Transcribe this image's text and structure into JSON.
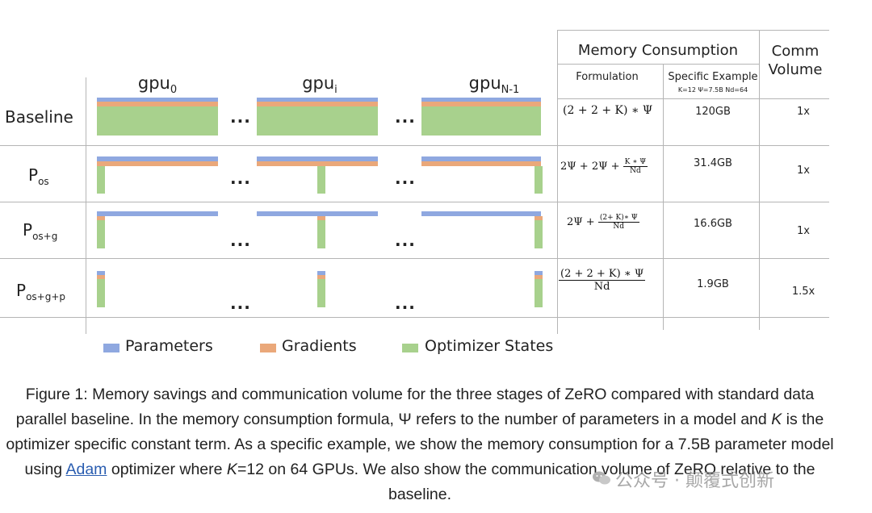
{
  "figure": {
    "gpu_labels": [
      {
        "base": "gpu",
        "sub": "0"
      },
      {
        "base": "gpu",
        "sub": "i"
      },
      {
        "base": "gpu",
        "sub": "N-1"
      }
    ],
    "dots": "...",
    "rows": [
      {
        "base": "Baseline",
        "sub": "",
        "formulation": "(2 + 2 + K) ∗ Ψ",
        "example": "120GB",
        "comm": "1x"
      },
      {
        "base": "P",
        "sub": "os",
        "formulation": "2Ψ + 2Ψ + K∗Ψ / Nd",
        "example": "31.4GB",
        "comm": "1x"
      },
      {
        "base": "P",
        "sub": "os+g",
        "formulation": "2Ψ + (2+K)∗Ψ / Nd",
        "example": "16.6GB",
        "comm": "1x"
      },
      {
        "base": "P",
        "sub": "os+g+p",
        "formulation": "(2 + 2 + K) ∗ Ψ / Nd",
        "example": "1.9GB",
        "comm": "1.5x"
      }
    ],
    "table_headers": {
      "memory": "Memory Consumption",
      "comm_line1": "Comm",
      "comm_line2": "Volume",
      "formulation": "Formulation",
      "specific": "Specific Example",
      "specific_params": "K=12 Ψ=7.5B Nd=64"
    },
    "formula_parts": {
      "f1": "(2 + 2 + K) ∗ Ψ",
      "f2_prefix": "2Ψ + 2Ψ +",
      "f2_num": "K ∗ Ψ",
      "f2_den": "Nd",
      "f3_prefix": "2Ψ +",
      "f3_num": "(2+ K)∗ Ψ",
      "f3_den": "Nd",
      "f4_num": "(2 + 2 + K) ∗ Ψ",
      "f4_den": "Nd"
    },
    "legend": [
      {
        "label": "Parameters",
        "color": "#8fa8e0"
      },
      {
        "label": "Gradients",
        "color": "#eaa87a"
      },
      {
        "label": "Optimizer States",
        "color": "#a8d18d"
      }
    ]
  },
  "caption": {
    "before_link": "Figure 1: Memory savings and communication volume for the three stages of ZeRO compared with standard data parallel baseline. In the memory consumption formula, Ψ refers to the number of parameters in a model and",
    "k1": "K",
    "mid1": "is the optimizer specific constant term. As a specific example, we show the memory consumption for a 7.5B parameter model using",
    "link": "Adam",
    "mid2": "optimizer where",
    "k2": "K",
    "after": "=12 on 64 GPUs. We also show the communication volume of ZeRO relative to the baseline."
  },
  "watermark": "公众号 · 颠覆式创新",
  "colors": {
    "params": "#8fa8e0",
    "grads": "#eaa87a",
    "optim": "#a8d18d",
    "link": "#2a5db0"
  }
}
